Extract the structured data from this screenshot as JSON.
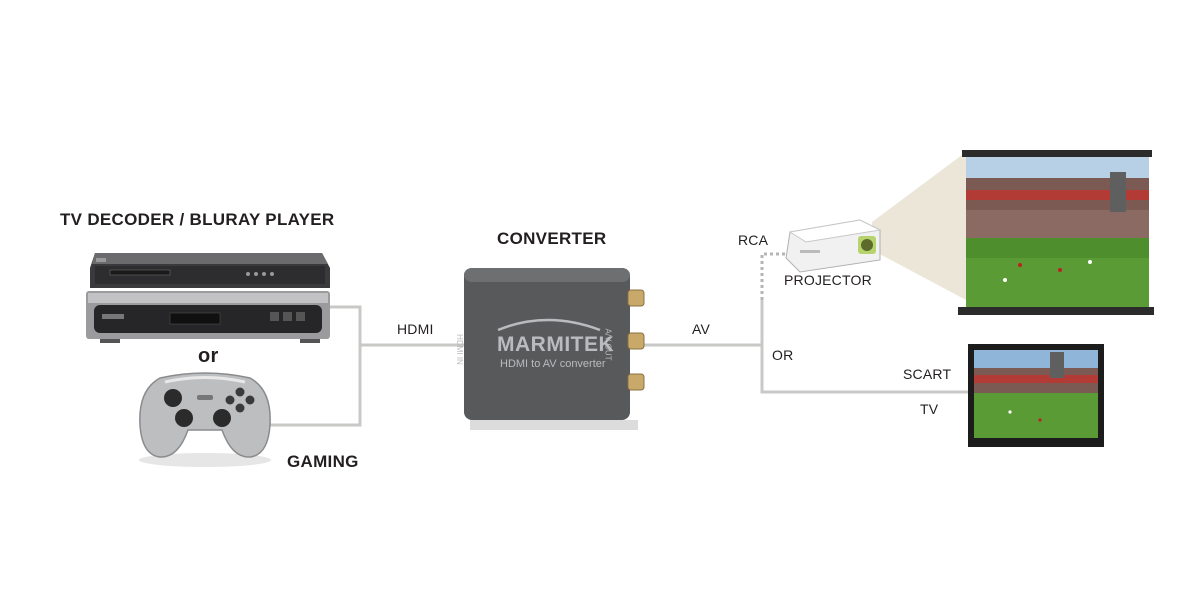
{
  "labels": {
    "source_title": "TV DECODER / BLURAY PLAYER",
    "or_word": "or",
    "gaming": "GAMING",
    "converter_title": "CONVERTER",
    "hdmi": "HDMI",
    "av": "AV",
    "rca": "RCA",
    "projector": "PROJECTOR",
    "or_caps": "OR",
    "scart": "SCART",
    "tv": "TV"
  },
  "converter": {
    "brand": "MARMITEK",
    "subtitle": "HDMI to AV converter",
    "input_text": "HDMI IN",
    "output_text": "A/V OUT"
  },
  "colors": {
    "cable": "#c8c8c6",
    "converter_body": "#58595b",
    "text": "#231f20"
  }
}
